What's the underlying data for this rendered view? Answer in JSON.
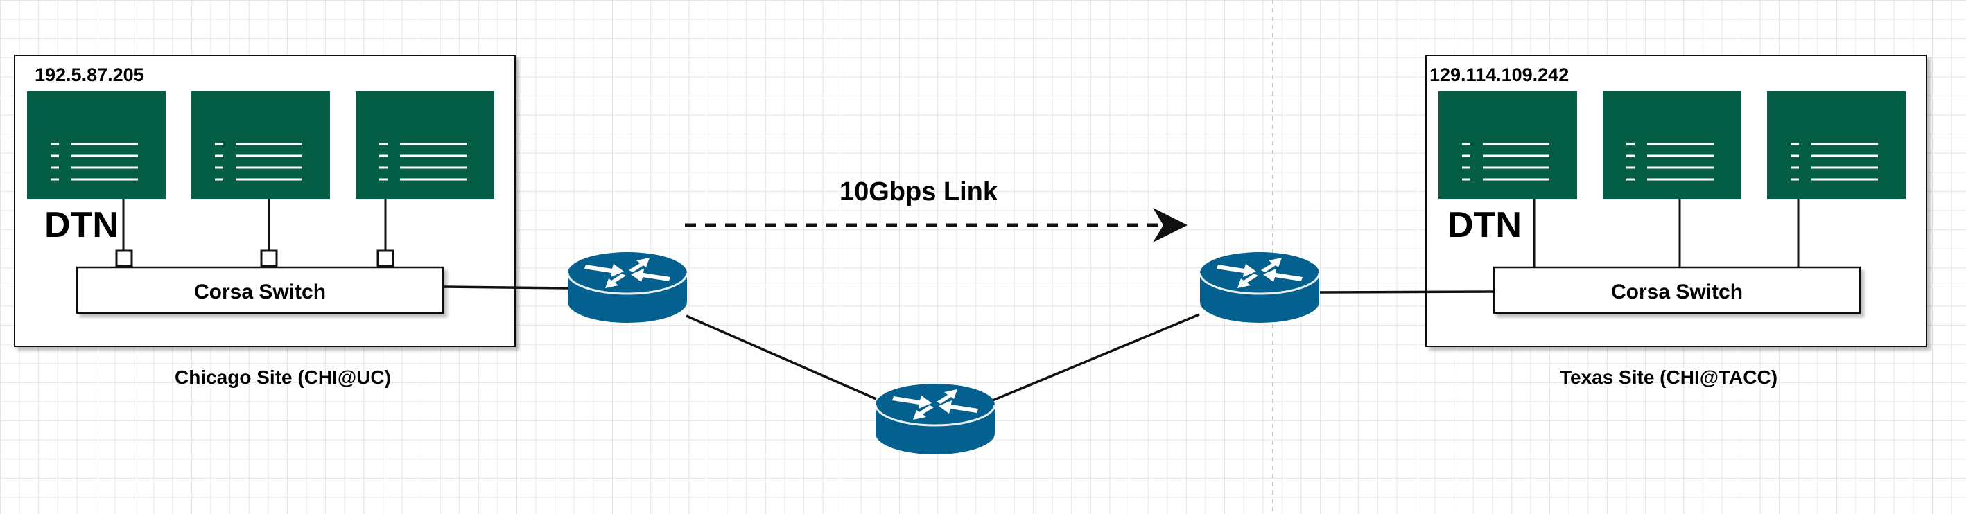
{
  "colors": {
    "server": "#045e46",
    "router": "#03608f",
    "line": "#111111",
    "grid": "#e4e4e4"
  },
  "links": {
    "bandwidth_label": "10Gbps Link"
  },
  "sites": {
    "chicago": {
      "ip": "192.5.87.205",
      "dtn_label": "DTN",
      "switch_label": "Corsa Switch",
      "site_label": "Chicago Site (CHI@UC)"
    },
    "texas": {
      "ip": "129.114.109.242",
      "dtn_label": "DTN",
      "switch_label": "Corsa Switch",
      "site_label": "Texas Site (CHI@TACC)"
    }
  },
  "icons": {
    "server": "server-icon",
    "router": "router-icon",
    "port": "port-square",
    "arrow": "arrow-right-icon"
  }
}
